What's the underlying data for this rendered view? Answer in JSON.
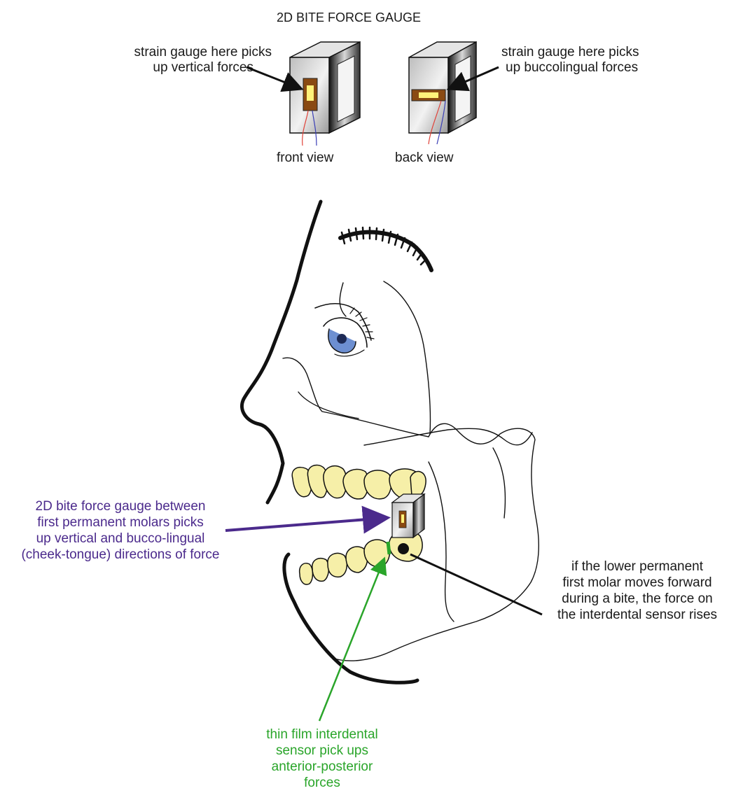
{
  "title": "2D BITE FORCE GAUGE",
  "gauge_views": {
    "front": {
      "label": "front view",
      "callout": [
        "strain gauge here picks",
        "up vertical forces"
      ]
    },
    "back": {
      "label": "back view",
      "callout": [
        "strain gauge here picks",
        "up buccolingual forces"
      ]
    }
  },
  "annotations": {
    "bite_gauge": {
      "lines": [
        "2D bite force gauge between",
        "first permanent molars picks",
        "up vertical and bucco-lingual",
        "(cheek-tongue) directions of force"
      ],
      "color": "#4b2a8c"
    },
    "molar": {
      "lines": [
        "if the lower permanent",
        "first molar moves forward",
        "during a bite, the force on",
        "the interdental sensor rises"
      ],
      "color": "#1a1a1a"
    },
    "film_sensor": {
      "lines": [
        "thin film interdental",
        "sensor pick ups",
        "anterior-posterior",
        "forces"
      ],
      "color": "#2aa52a"
    }
  },
  "colors": {
    "tooth": "#f6efa8",
    "gauge_body": "#c9c9c9",
    "strain_gauge": "#8a4a12",
    "strain_gauge_glow": "#fff27a",
    "wire_red": "#e0433a",
    "wire_blue": "#3b3fb6",
    "iris": "#6d8fd1"
  }
}
